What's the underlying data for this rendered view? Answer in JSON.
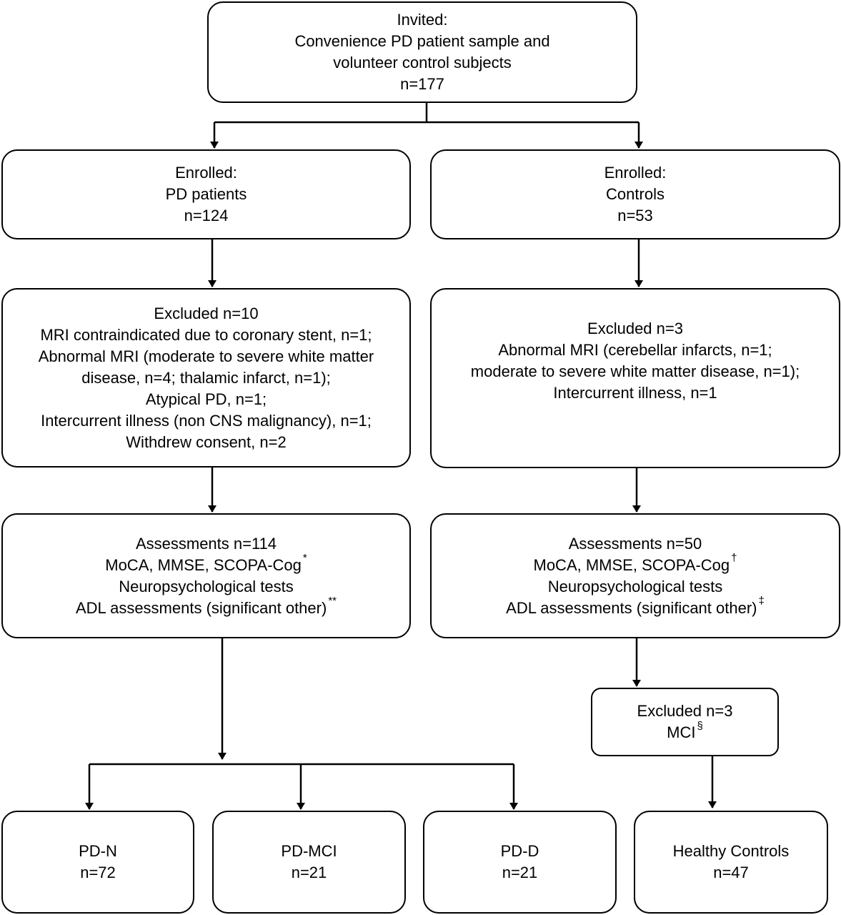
{
  "invited": {
    "lines": [
      "Invited:",
      "Convenience PD patient sample and",
      "volunteer control subjects",
      "n=177"
    ]
  },
  "enrolled_pd": {
    "lines": [
      "Enrolled:",
      "PD patients",
      "n=124"
    ]
  },
  "enrolled_controls": {
    "lines": [
      "Enrolled:",
      "Controls",
      "n=53"
    ]
  },
  "excluded_pd": {
    "lines": [
      "Excluded n=10",
      "MRI contraindicated due to coronary stent, n=1;",
      "Abnormal MRI (moderate to severe white matter",
      "disease, n=4; thalamic infarct, n=1);",
      "Atypical PD, n=1;",
      "Intercurrent illness (non CNS malignancy), n=1;",
      "Withdrew consent, n=2"
    ]
  },
  "excluded_controls": {
    "lines": [
      "Excluded n=3",
      "Abnormal MRI (cerebellar infarcts, n=1;",
      "moderate to severe white matter disease, n=1);",
      "Intercurrent illness, n=1"
    ]
  },
  "assess_pd": {
    "lines": [
      "Assessments n=114",
      "MoCA, MMSE, SCOPA-Cog",
      "Neuropsychological tests",
      "ADL assessments (significant other)"
    ],
    "marks": {
      "cog": "*",
      "adl": "**"
    }
  },
  "assess_controls": {
    "lines": [
      "Assessments n=50",
      "MoCA, MMSE, SCOPA-Cog",
      "Neuropsychological tests",
      "ADL assessments (significant other)"
    ],
    "marks": {
      "cog": "†",
      "adl": "‡"
    }
  },
  "excluded_mci": {
    "lines": [
      "Excluded n=3",
      "MCI"
    ],
    "mark": "§"
  },
  "outcomes": [
    {
      "label": "PD-N",
      "n": "n=72"
    },
    {
      "label": "PD-MCI",
      "n": "n=21"
    },
    {
      "label": "PD-D",
      "n": "n=21"
    },
    {
      "label": "Healthy Controls",
      "n": "n=47"
    }
  ]
}
